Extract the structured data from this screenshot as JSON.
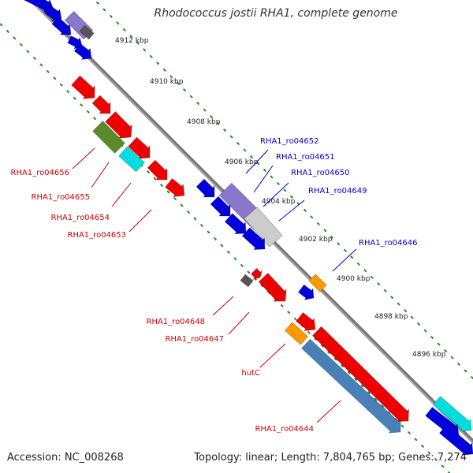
{
  "title": "Rhodococcus jostii RHA1, complete genome",
  "footer": {
    "accession": "Accession: NC_008268",
    "summary": "Topology: linear; Length: 7,804,765 bp; Genes: 7,274"
  },
  "colors": {
    "red": "#ee0000",
    "blue": "#0000dd",
    "steelblue": "#4a80b8",
    "orange": "#ff9900",
    "cyan": "#00dddd",
    "olive": "#5a8a2a",
    "lavender": "#8877cc",
    "lightgray": "#cccccc",
    "darkgray": "#555555",
    "backbone": "#7a7a7a",
    "tick": "#2a8a2a",
    "label_red": "#cc0000",
    "label_blue": "#0000cc"
  },
  "scale_labels": [
    "4912 kbp",
    "4910 kbp",
    "4908 kbp",
    "4906 kbp",
    "4904 kbp",
    "4902 kbp",
    "4900 kbp",
    "4898 kbp",
    "4896 kbp"
  ],
  "gene_labels_top": [
    "RHA1_ro04652",
    "RHA1_ro04651",
    "RHA1_ro04650",
    "RHA1_ro04649",
    "RHA1_ro04646"
  ],
  "gene_labels_bottom": [
    "RHA1_ro04656",
    "RHA1_ro04655",
    "RHA1_ro04654",
    "RHA1_ro04653",
    "RHA1_ro04648",
    "RHA1_ro04647",
    "hutC",
    "RHA1_ro04644"
  ]
}
